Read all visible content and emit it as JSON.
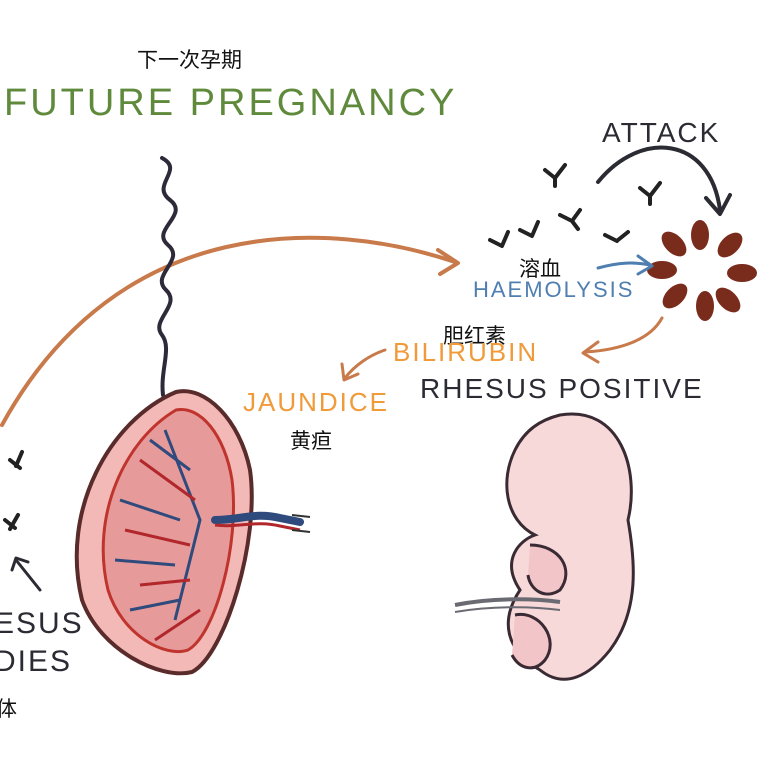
{
  "labels": {
    "future_pregnancy_zh": "下一次孕期",
    "future_pregnancy": "FUTURE PREGNANCY",
    "attack": "ATTACK",
    "haemolysis_zh": "溶血",
    "haemolysis": "HAEMOLYSIS",
    "bilirubin_zh": "胆红素",
    "bilirubin": "BILIRUBIN",
    "rhesus_positive": "RHESUS POSITIVE",
    "jaundice": "JAUNDICE",
    "jaundice_zh": "黄疸",
    "rhesus_antibodies_line1": "ESUS",
    "rhesus_antibodies_line2": "DIES",
    "antibody_zh": "体"
  },
  "colors": {
    "title_green": "#5f8a3c",
    "orange": "#f09a3a",
    "arrow_brown": "#c97a4a",
    "blue": "#4f7fb1",
    "ink": "#2b2b33",
    "placenta_pink": "#e69a9a",
    "placenta_red": "#c0342e",
    "rbc_brown": "#7a2c1c",
    "fetus_pink": "#f7d9d9"
  }
}
